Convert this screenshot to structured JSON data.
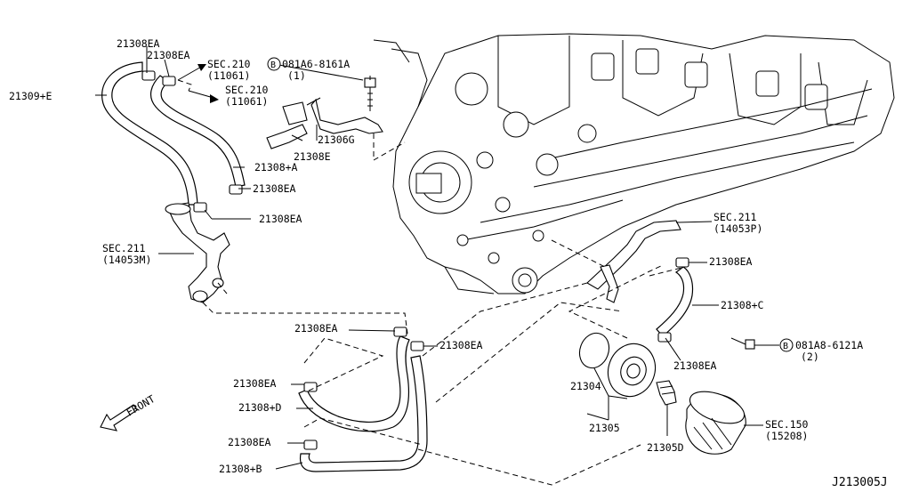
{
  "labels": {
    "h21308ea_top1": "21308EA",
    "h21308ea_top2": "21308EA",
    "sec210_a": "SEC.210",
    "sec210_a_ref": "(11061)",
    "sec210_b": "SEC.210",
    "sec210_b_ref": "(11061)",
    "h21309e": "21309+E",
    "bolt_top": "081A6-8161A",
    "bolt_top_qty": "(1)",
    "h21306g": "21306G",
    "h21308e": "21308E",
    "h21308a": "21308+A",
    "h21308ea_mid1": "21308EA",
    "h21308ea_mid2": "21308EA",
    "sec211_left": "SEC.211",
    "sec211_left_ref": "(14053M)",
    "sec211_right": "SEC.211",
    "sec211_right_ref": "(14053P)",
    "h21308ea_right": "21308EA",
    "h21308c": "21308+C",
    "bolt_right": "081A8-6121A",
    "bolt_right_qty": "(2)",
    "h21308ea_low1": "21308EA",
    "h21308ea_low2": "21308EA",
    "h21308ea_low3": "21308EA",
    "h21308ea_low4": "21308EA",
    "h21308ea_low5": "21308EA",
    "h21308d": "21308+D",
    "h21308b": "21308+B",
    "h21304": "21304",
    "h21305": "21305",
    "h21305d": "21305D",
    "sec150": "SEC.150",
    "sec150_ref": "(15208)",
    "front": "FRONT",
    "circle_b": "B",
    "diagram_code": "J213005J"
  }
}
